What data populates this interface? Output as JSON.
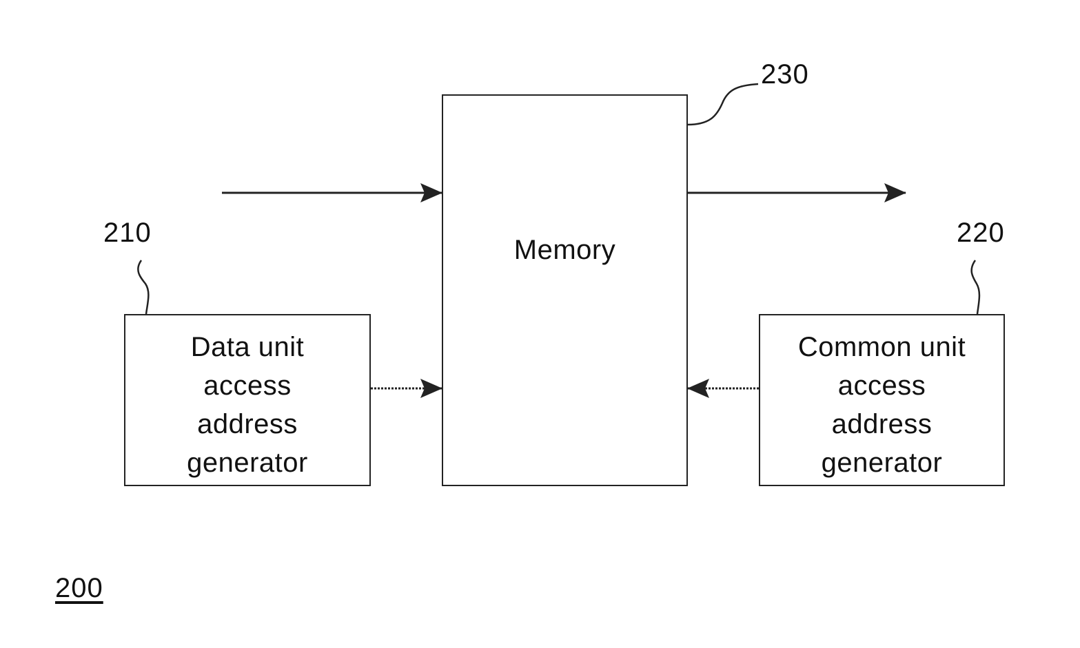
{
  "diagram": {
    "memory": {
      "label": "Memory",
      "ref": "230"
    },
    "data_unit_generator": {
      "lines": [
        "Data unit",
        "access",
        "address",
        "generator"
      ],
      "ref": "210"
    },
    "common_unit_generator": {
      "lines": [
        "Common unit",
        "access",
        "address",
        "generator"
      ],
      "ref": "220"
    },
    "figure_ref": "200"
  }
}
